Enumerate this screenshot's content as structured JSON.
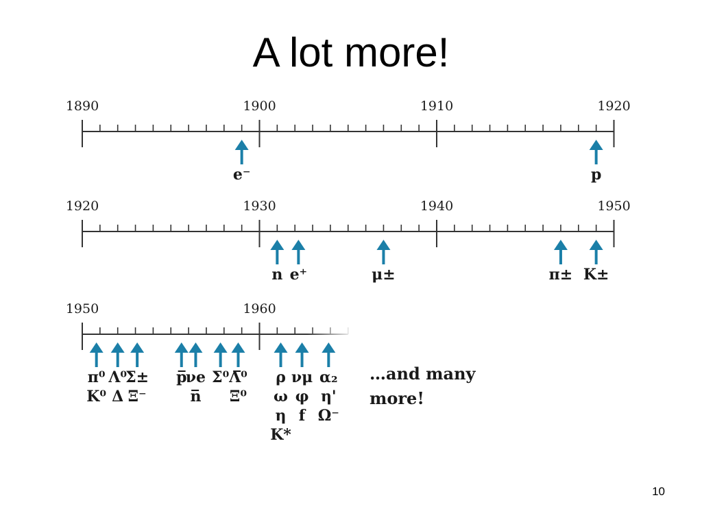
{
  "slide": {
    "title": "A lot more!",
    "page_number": "10"
  },
  "colors": {
    "arrow": "#1b7fa8",
    "axis": "#333333",
    "text": "#1a1a1a"
  },
  "rows": [
    {
      "start_year": 1890,
      "end_year": 1920,
      "year_labels": [
        "1890",
        "1900",
        "1910",
        "1920"
      ],
      "discoveries": [
        {
          "year": 1899,
          "labels": [
            "e⁻"
          ]
        },
        {
          "year": 1919,
          "labels": [
            "p"
          ]
        }
      ]
    },
    {
      "start_year": 1920,
      "end_year": 1950,
      "year_labels": [
        "1920",
        "1930",
        "1940",
        "1950"
      ],
      "discoveries": [
        {
          "year": 1931,
          "labels": [
            "n"
          ]
        },
        {
          "year": 1932.2,
          "labels": [
            "e⁺"
          ]
        },
        {
          "year": 1937,
          "labels": [
            "μ±"
          ]
        },
        {
          "year": 1947,
          "labels": [
            "π±"
          ]
        },
        {
          "year": 1949,
          "labels": [
            "K±"
          ]
        }
      ]
    },
    {
      "start_year": 1950,
      "end_year": 1965,
      "year_labels": [
        "1950",
        "1960"
      ],
      "discoveries": [
        {
          "year": 1950.8,
          "labels": [
            "π⁰",
            "K⁰"
          ]
        },
        {
          "year": 1952,
          "labels": [
            "Λ⁰",
            "Δ"
          ]
        },
        {
          "year": 1953.1,
          "labels": [
            "Σ±",
            "Ξ⁻"
          ]
        },
        {
          "year": 1955.6,
          "labels": [
            "p̅"
          ]
        },
        {
          "year": 1956.4,
          "labels": [
            "νe",
            "n̅"
          ]
        },
        {
          "year": 1957.8,
          "labels": [
            "Σ⁰"
          ]
        },
        {
          "year": 1958.8,
          "labels": [
            "Λ̅⁰",
            "Ξ⁰"
          ]
        },
        {
          "year": 1961.2,
          "labels": [
            "ρ",
            "ω",
            "η",
            "K*"
          ]
        },
        {
          "year": 1962.4,
          "labels": [
            "νμ",
            "φ",
            "f"
          ]
        },
        {
          "year": 1963.9,
          "labels": [
            "α₂",
            "η'",
            "Ω⁻"
          ]
        }
      ]
    }
  ],
  "note": {
    "line1": "…and many",
    "line2": "more!"
  }
}
